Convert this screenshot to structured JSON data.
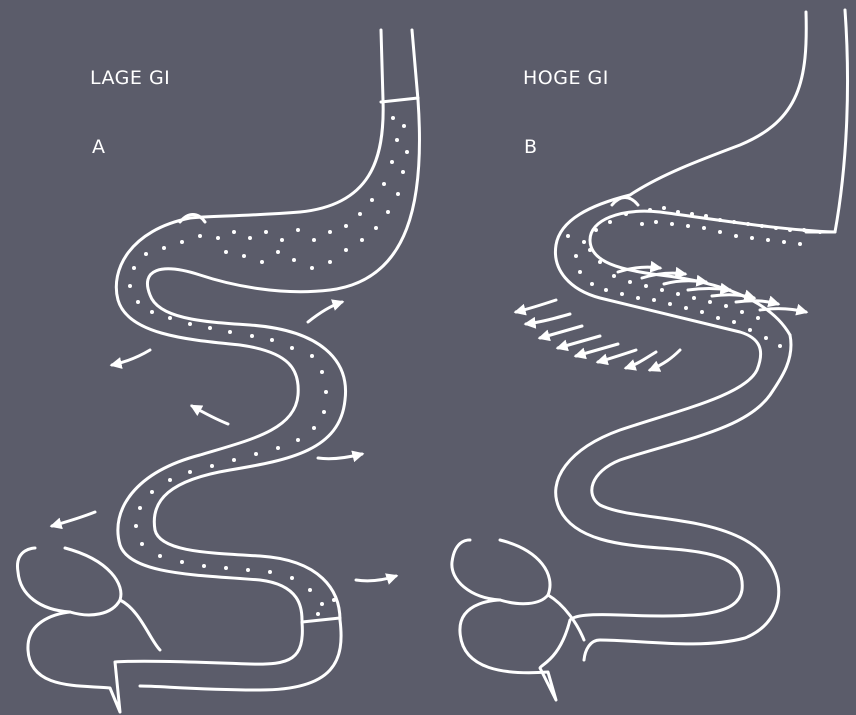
{
  "panels": [
    {
      "title": "LAGE GI",
      "letter": "A"
    },
    {
      "title": "HOGE GI",
      "letter": "B"
    }
  ],
  "colors": {
    "background": "#5b5c6a",
    "stroke": "#ffffff"
  }
}
